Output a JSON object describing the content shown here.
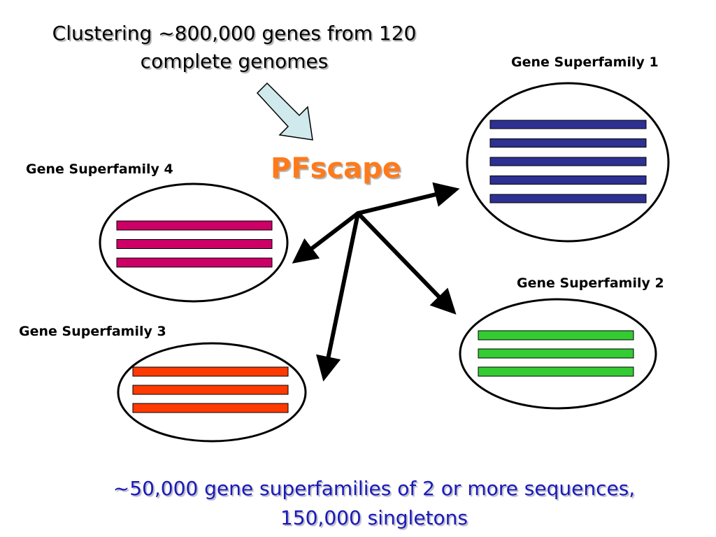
{
  "title": {
    "line1": "Clustering ~800,000 genes from 120",
    "line2": "complete genomes"
  },
  "center_label": "PFscape",
  "superfamilies": [
    {
      "label": "Gene Superfamily 1",
      "color": "#2e3192",
      "bars": 5
    },
    {
      "label": "Gene Superfamily 2",
      "color": "#33cc33",
      "bars": 3
    },
    {
      "label": "Gene Superfamily 3",
      "color": "#ff3a00",
      "bars": 3
    },
    {
      "label": "Gene Superfamily 4",
      "color": "#cc0066",
      "bars": 3
    }
  ],
  "footer": {
    "line1": "~50,000 gene superfamilies of 2 or more sequences,",
    "line2": "150,000 singletons"
  },
  "colors": {
    "input_arrow_fill": "#cfe9ec",
    "center_label": "#ff7a1a",
    "footer_text": "#1a1ab8"
  }
}
